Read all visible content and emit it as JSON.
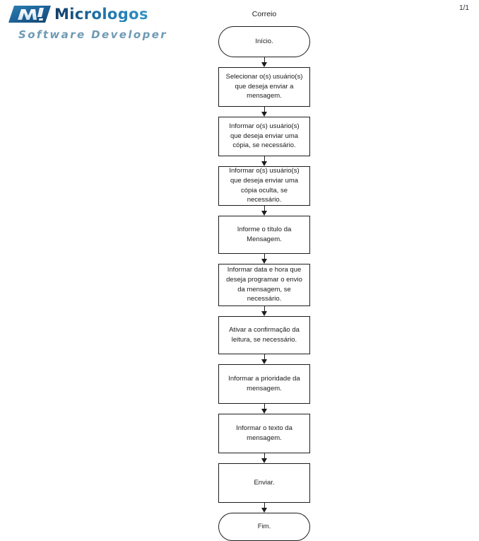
{
  "brand": {
    "name": "Micrologos",
    "tagline": "Software Developer",
    "mark_icon": "micrologos-m-logo-icon",
    "colors": {
      "wordmark_dark": "#123a63",
      "wordmark_light": "#2f93c4",
      "tagline": "#6f9ab5"
    }
  },
  "page": {
    "indicator": "1/1"
  },
  "flowchart": {
    "title": "Correio",
    "node_border_color": "#1c1c1c",
    "node_fill_color": "#ffffff",
    "nodes": [
      {
        "id": "inicio",
        "shape": "terminal",
        "height": 44,
        "text": "Início."
      },
      {
        "id": "selecionar",
        "shape": "process",
        "height": 56,
        "text": "Selecionar o(s) usuário(s) que deseja enviar a mensagem."
      },
      {
        "id": "copia",
        "shape": "process",
        "height": 56,
        "text": "Informar o(s) usuário(s) que deseja enviar uma cópia, se necessário."
      },
      {
        "id": "copia-oculta",
        "shape": "process",
        "height": 56,
        "text": "Informar o(s) usuário(s) que deseja enviar uma cópia oculta, se necessário."
      },
      {
        "id": "titulo",
        "shape": "process",
        "height": 54,
        "text": "Informe o título da Mensagem."
      },
      {
        "id": "agendamento",
        "shape": "process",
        "height": 60,
        "text": "Informar data e hora que deseja programar o envio da mensagem, se necessário."
      },
      {
        "id": "confirmacao",
        "shape": "process",
        "height": 54,
        "text": "Ativar a confirmação da leitura, se necessário."
      },
      {
        "id": "prioridade",
        "shape": "process",
        "height": 56,
        "text": "Informar a prioridade da mensagem."
      },
      {
        "id": "texto",
        "shape": "process",
        "height": 56,
        "text": "Informar o texto da mensagem."
      },
      {
        "id": "enviar",
        "shape": "process",
        "height": 56,
        "text": "Enviar."
      },
      {
        "id": "fim",
        "shape": "terminal",
        "height": 40,
        "text": "Fim."
      }
    ],
    "connector_icon": "down-arrow-icon"
  }
}
